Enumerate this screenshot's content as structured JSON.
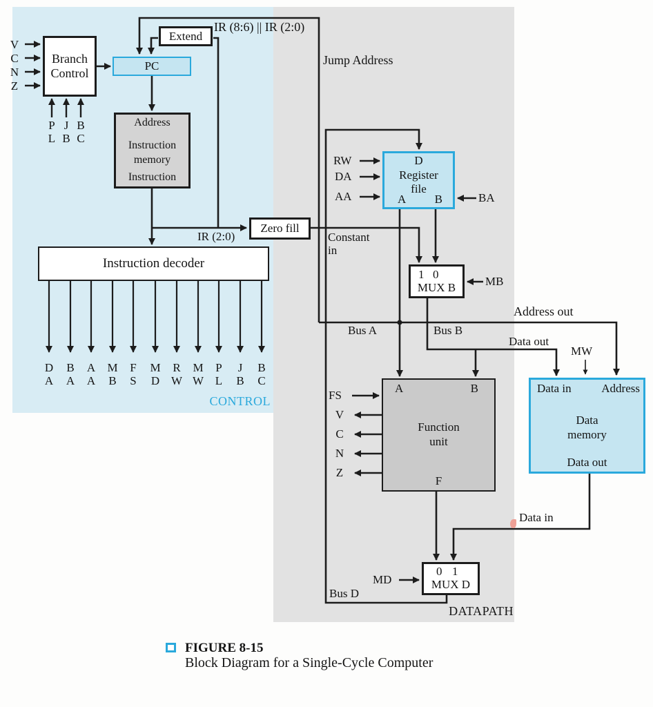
{
  "regions": {
    "control": "CONTROL",
    "datapath": "DATAPATH"
  },
  "blocks": {
    "branch_control": "Branch\nControl",
    "pc": "PC",
    "extend": "Extend",
    "instruction_memory": {
      "input_port": "Address",
      "name": "Instruction\nmemory",
      "output_port": "Instruction"
    },
    "zero_fill": "Zero fill",
    "instruction_decoder": "Instruction decoder",
    "register_file": {
      "d_port": "D",
      "name": "Register\nfile",
      "a_port": "A",
      "b_port": "B"
    },
    "mux_b": {
      "in1": "1",
      "in0": "0",
      "name": "MUX B"
    },
    "function_unit": {
      "a_port": "A",
      "b_port": "B",
      "name": "Function\nunit",
      "f_port": "F"
    },
    "data_memory": {
      "data_in_port": "Data in",
      "address_port": "Address",
      "name": "Data\nmemory",
      "data_out_port": "Data out"
    },
    "mux_d": {
      "in0": "0",
      "in1": "1",
      "name": "MUX D"
    }
  },
  "signals": {
    "v_in": "V",
    "c_in": "C",
    "n_in": "N",
    "z_in": "Z",
    "pl": "P\nL",
    "jb": "J\nB",
    "bc": "B\nC",
    "ir_concat": "IR (8:6) || IR (2:0)",
    "jump_address": "Jump Address",
    "rw": "RW",
    "da": "DA",
    "aa": "AA",
    "ba": "BA",
    "mb": "MB",
    "md": "MD",
    "mw": "MW",
    "fs": "FS",
    "ir_2_0": "IR (2:0)",
    "constant_in": "Constant\nin",
    "bus_a": "Bus A",
    "bus_b": "Bus B",
    "bus_d": "Bus D",
    "address_out": "Address out",
    "data_out": "Data out",
    "data_in": "Data in",
    "v_out": "V",
    "c_out": "C",
    "n_out": "N",
    "z_out": "Z"
  },
  "decoder_outputs": [
    "D\nA",
    "B\nA",
    "A\nA",
    "M\nB",
    "F\nS",
    "M\nD",
    "R\nW",
    "M\nW",
    "P\nL",
    "J\nB",
    "B\nC"
  ],
  "caption": {
    "figure": "FIGURE 8-15",
    "title": "Block Diagram for a Single-Cycle Computer"
  },
  "colors": {
    "accent": "#2aa9dc",
    "control_region": "#d8ecf4",
    "datapath_region": "#e2e2e2",
    "blue_block_fill": "#c5e5f1",
    "gray_block_fill": "#cacaca",
    "memory_block_fill": "#d4d4d4",
    "wire": "#1c1c1c",
    "control_label_color": "#2aa9dc"
  }
}
